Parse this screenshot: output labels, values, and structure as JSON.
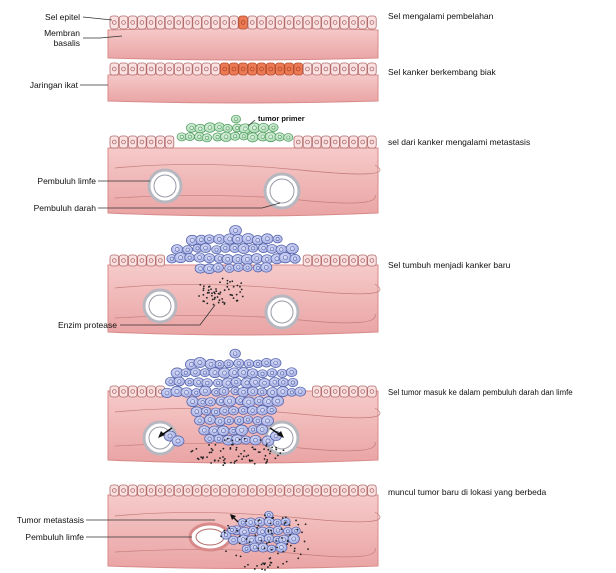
{
  "labels": {
    "sel_epitel": "Sel epitel",
    "membran_basalis_1": "Membran",
    "membran_basalis_2": "basalis",
    "jaringan_ikat": "Jaringan ikat",
    "tumor_primer": "tumor primer",
    "pembuluh_limfe_1": "Pembuluh limfe",
    "pembuluh_darah": "Pembuluh darah",
    "enzim_protease": "Enzim protease",
    "tumor_metastasis": "Tumor metastasis",
    "pembuluh_limfe_2": "Pembuluh limfe"
  },
  "stages": [
    "Sel mengalami pembelahan",
    "Sel kanker berkembang biak",
    "sel dari kanker mengalami metastasis",
    "Sel tumbuh menjadi kanker baru",
    "Sel tumor masuk ke dalam pembuluh darah dan limfe",
    "muncul tumor baru di lokasi yang berbeda"
  ],
  "colors": {
    "tissue": "#f2bcbc",
    "tissue_edge": "#d88a8a",
    "epithelium": "#fbe2e2",
    "normal_cell_stroke": "#b06a6a",
    "dividing_cell": "#ec7a55",
    "primary_tumor": "#bfe3c6",
    "cancer_cell": "#b8bfe8",
    "cancer_cell_stroke": "#5060a8",
    "vessel": "#b7b7c0"
  }
}
